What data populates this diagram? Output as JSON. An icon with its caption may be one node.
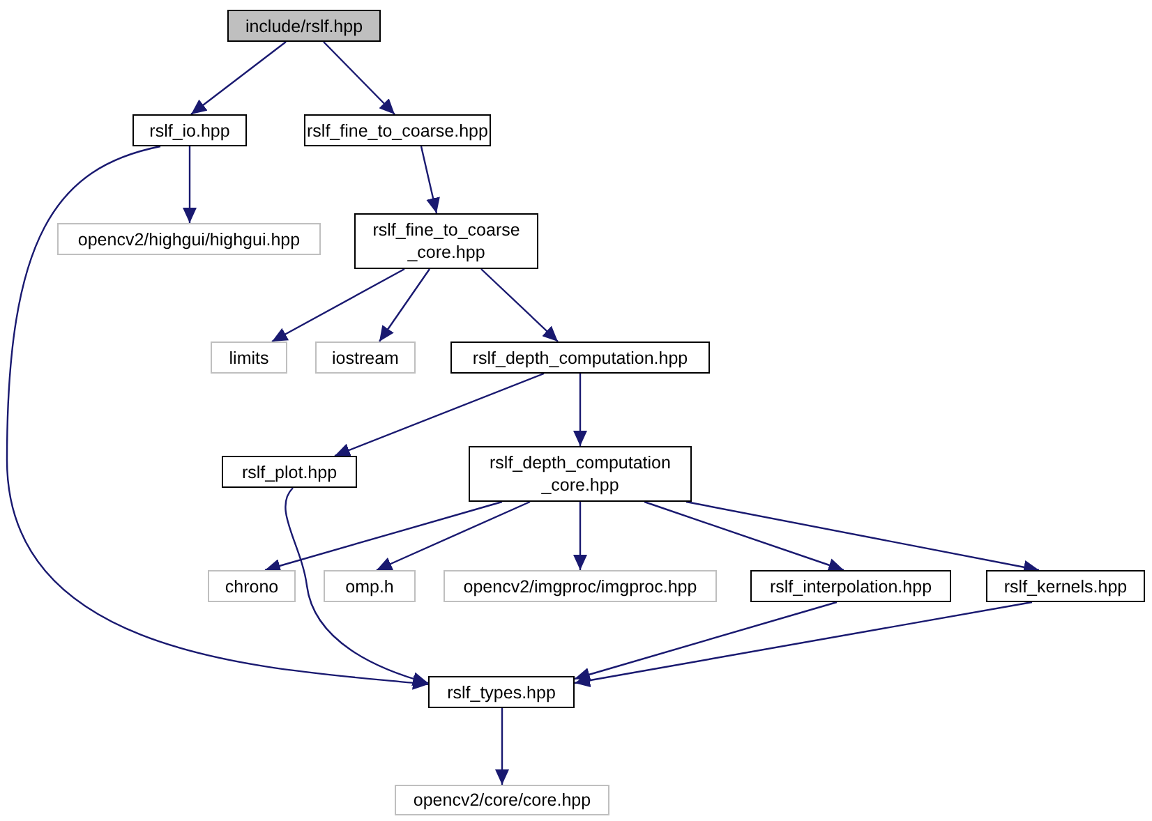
{
  "diagram": {
    "nodes": [
      {
        "text": [
          "include/rslf.hpp"
        ]
      },
      {
        "text": [
          "rslf_io.hpp"
        ]
      },
      {
        "text": [
          "rslf_fine_to_coarse.hpp"
        ]
      },
      {
        "text": [
          "opencv2/highgui/highgui.hpp"
        ]
      },
      {
        "text": [
          "rslf_fine_to_coarse _core.hpp"
        ]
      },
      {
        "text": [
          "limits"
        ]
      },
      {
        "text": [
          "iostream"
        ]
      },
      {
        "text": [
          "rslf_depth_computation.hpp"
        ]
      },
      {
        "text": [
          "rslf_plot.hpp"
        ]
      },
      {
        "text": [
          "rslf_depth_computation _core.hpp"
        ]
      },
      {
        "text": [
          "chrono"
        ]
      },
      {
        "text": [
          "omp.h"
        ]
      },
      {
        "text": [
          "opencv2/imgproc/imgproc.hpp"
        ]
      },
      {
        "text": [
          "rslf_interpolation.hpp"
        ]
      },
      {
        "text": [
          "rslf_kernels.hpp"
        ]
      },
      {
        "text": [
          "rslf_types.hpp"
        ]
      },
      {
        "text": [
          "opencv2/core/core.hpp"
        ]
      }
    ],
    "edges": [
      {
        "from": 0,
        "to": 1,
        "arrow": "to"
      },
      {
        "from": 0,
        "to": 2,
        "arrow": "to"
      },
      {
        "from": 1,
        "to": 3,
        "arrow": "to"
      },
      {
        "from": 1,
        "to": 15,
        "arrow": "to"
      },
      {
        "from": 2,
        "to": 4,
        "arrow": "to"
      },
      {
        "from": 4,
        "to": 5,
        "arrow": "to"
      },
      {
        "from": 4,
        "to": 6,
        "arrow": "to"
      },
      {
        "from": 4,
        "to": 7,
        "arrow": "to"
      },
      {
        "from": 7,
        "to": 8,
        "arrow": "to"
      },
      {
        "from": 7,
        "to": 9,
        "arrow": "to"
      },
      {
        "from": 8,
        "to": 15,
        "arrow": "to"
      },
      {
        "from": 9,
        "to": 10,
        "arrow": "to"
      },
      {
        "from": 9,
        "to": 11,
        "arrow": "to"
      },
      {
        "from": 9,
        "to": 12,
        "arrow": "to"
      },
      {
        "from": 9,
        "to": 13,
        "arrow": "to"
      },
      {
        "from": 9,
        "to": 14,
        "arrow": "to"
      },
      {
        "from": 13,
        "to": 15,
        "arrow": "to"
      },
      {
        "from": 14,
        "to": 15,
        "arrow": "to"
      },
      {
        "from": 15,
        "to": 16,
        "arrow": "to"
      }
    ]
  }
}
